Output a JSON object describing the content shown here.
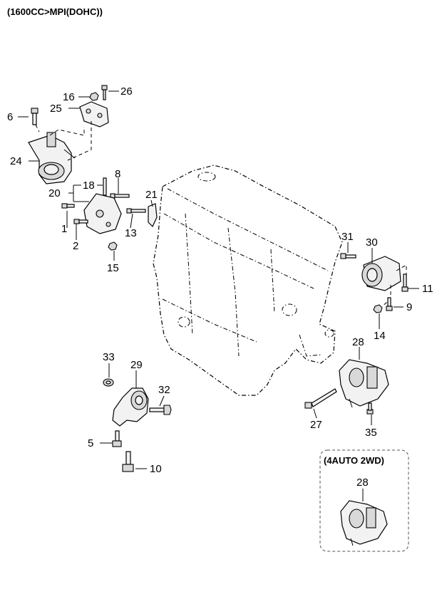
{
  "header": {
    "title": "(1600CC>MPI(DOHC))"
  },
  "inset": {
    "title": "(4AUTO 2WD)",
    "part_label": "28"
  },
  "callouts": {
    "c1": "1",
    "c2": "2",
    "c5": "5",
    "c6": "6",
    "c8": "8",
    "c9": "9",
    "c10": "10",
    "c11": "11",
    "c13": "13",
    "c14": "14",
    "c15": "15",
    "c16": "16",
    "c18": "18",
    "c20": "20",
    "c21": "21",
    "c24": "24",
    "c25": "25",
    "c26": "26",
    "c27": "27",
    "c28": "28",
    "c29": "29",
    "c30": "30",
    "c31": "31",
    "c32": "32",
    "c33": "33",
    "c35": "35"
  }
}
